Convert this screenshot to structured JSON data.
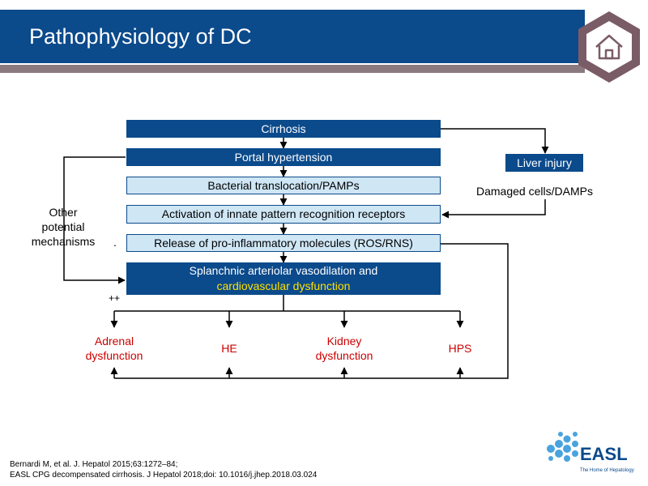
{
  "header": {
    "title": "Pathophysiology of DC"
  },
  "diagram": {
    "cirrhosis": "Cirrhosis",
    "portal_hypertension": "Portal hypertension",
    "bacterial_translocation": "Bacterial translocation/PAMPs",
    "innate_activation": "Activation of innate pattern recognition receptors",
    "release": "Release of pro-inflammatory molecules (ROS/RNS)",
    "splanchnic_line1": "Splanchnic arteriolar vasodilation and",
    "splanchnic_line2": "cardiovascular dysfunction",
    "liver_injury": "Liver injury",
    "damaged_cells": "Damaged cells/DAMPs",
    "other_mechanisms_1": "Other",
    "other_mechanisms_2": "potential",
    "other_mechanisms_3": "mechanisms",
    "dot": ".",
    "plus": "++",
    "outcomes": {
      "adrenal_1": "Adrenal",
      "adrenal_2": "dysfunction",
      "he": "HE",
      "kidney_1": "Kidney",
      "kidney_2": "dysfunction",
      "hps": "HPS"
    }
  },
  "references": {
    "line1": "Bernardi M, et al. J. Hepatol 2015;63:1272–84;",
    "line2": "EASL CPG decompensated cirrhosis. J Hepatol 2018;doi: 10.1016/j.jhep.2018.03.024"
  },
  "logo": {
    "text": "EASL",
    "tagline": "The Home of Hepatology",
    "icon": "hexagon-cluster-icon"
  },
  "colors": {
    "navy": "#0b4a8b",
    "light_blue": "#cfe6f5",
    "red": "#cc0000",
    "yellow": "#ffe000",
    "hex_frame": "#7a5c66"
  }
}
